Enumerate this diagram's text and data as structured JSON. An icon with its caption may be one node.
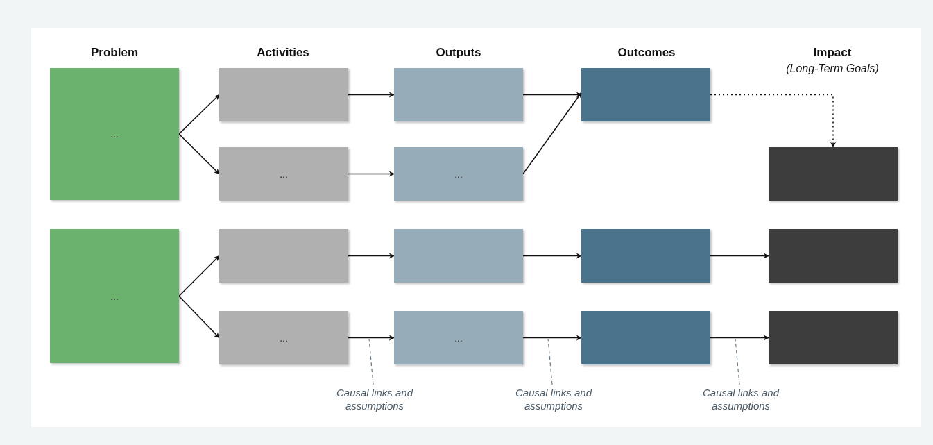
{
  "diagram": {
    "nodes": [
      {
        "text": [
          "..."
        ]
      },
      {
        "text": [],
        "shape": "box"
      },
      {
        "text": [
          "..."
        ]
      },
      {
        "text": [],
        "shape": "box"
      },
      {
        "text": [
          "..."
        ]
      },
      {
        "text": [],
        "shape": "box"
      },
      {
        "text": [],
        "shape": "box"
      },
      {
        "text": [
          "..."
        ]
      },
      {
        "text": [],
        "shape": "box"
      },
      {
        "text": [
          "..."
        ]
      },
      {
        "text": [],
        "shape": "box"
      },
      {
        "text": [
          "..."
        ]
      },
      {
        "text": [],
        "shape": "box"
      },
      {
        "text": [],
        "shape": "box"
      },
      {
        "text": [],
        "shape": "box"
      },
      {
        "text": [],
        "shape": "box"
      },
      {
        "text": [
          "Causal links and assumptions"
        ]
      },
      {
        "text": [
          "Causal links and assumptions"
        ]
      },
      {
        "text": [
          "Causal links and assumptions"
        ]
      }
    ],
    "edges": [
      {
        "from": 0,
        "to": 1,
        "arrow": "to"
      },
      {
        "from": 0,
        "to": 2,
        "arrow": "to"
      },
      {
        "from": 1,
        "to": 3,
        "arrow": "to"
      },
      {
        "from": 2,
        "to": 4,
        "arrow": "to"
      },
      {
        "from": 3,
        "to": 5,
        "arrow": "to"
      },
      {
        "from": 4,
        "to": 5,
        "arrow": "to"
      },
      {
        "from": 5,
        "to": 6,
        "arrow": "to",
        "style": "dashed"
      },
      {
        "from": 7,
        "to": 8,
        "arrow": "to"
      },
      {
        "from": 7,
        "to": 9,
        "arrow": "to"
      },
      {
        "from": 8,
        "to": 10,
        "arrow": "to"
      },
      {
        "from": 9,
        "to": 11,
        "arrow": "to"
      },
      {
        "from": 10,
        "to": 12,
        "arrow": "to"
      },
      {
        "from": 11,
        "to": 13,
        "arrow": "to"
      },
      {
        "from": 12,
        "to": 14,
        "arrow": "to"
      },
      {
        "from": 13,
        "to": 15,
        "arrow": "to"
      },
      {
        "from": 16,
        "to": null,
        "arrow": "none",
        "style": "dashed",
        "color": "#6b7f8a"
      },
      {
        "from": 17,
        "to": null,
        "arrow": "none",
        "style": "dashed",
        "color": "#6b7f8a"
      },
      {
        "from": 18,
        "to": null,
        "arrow": "none",
        "style": "dashed",
        "color": "#6b7f8a"
      }
    ],
    "labels": [
      "Problem",
      "Activities",
      "Outputs",
      "Outcomes",
      "Impact",
      "(Long-Term Goals)"
    ]
  }
}
